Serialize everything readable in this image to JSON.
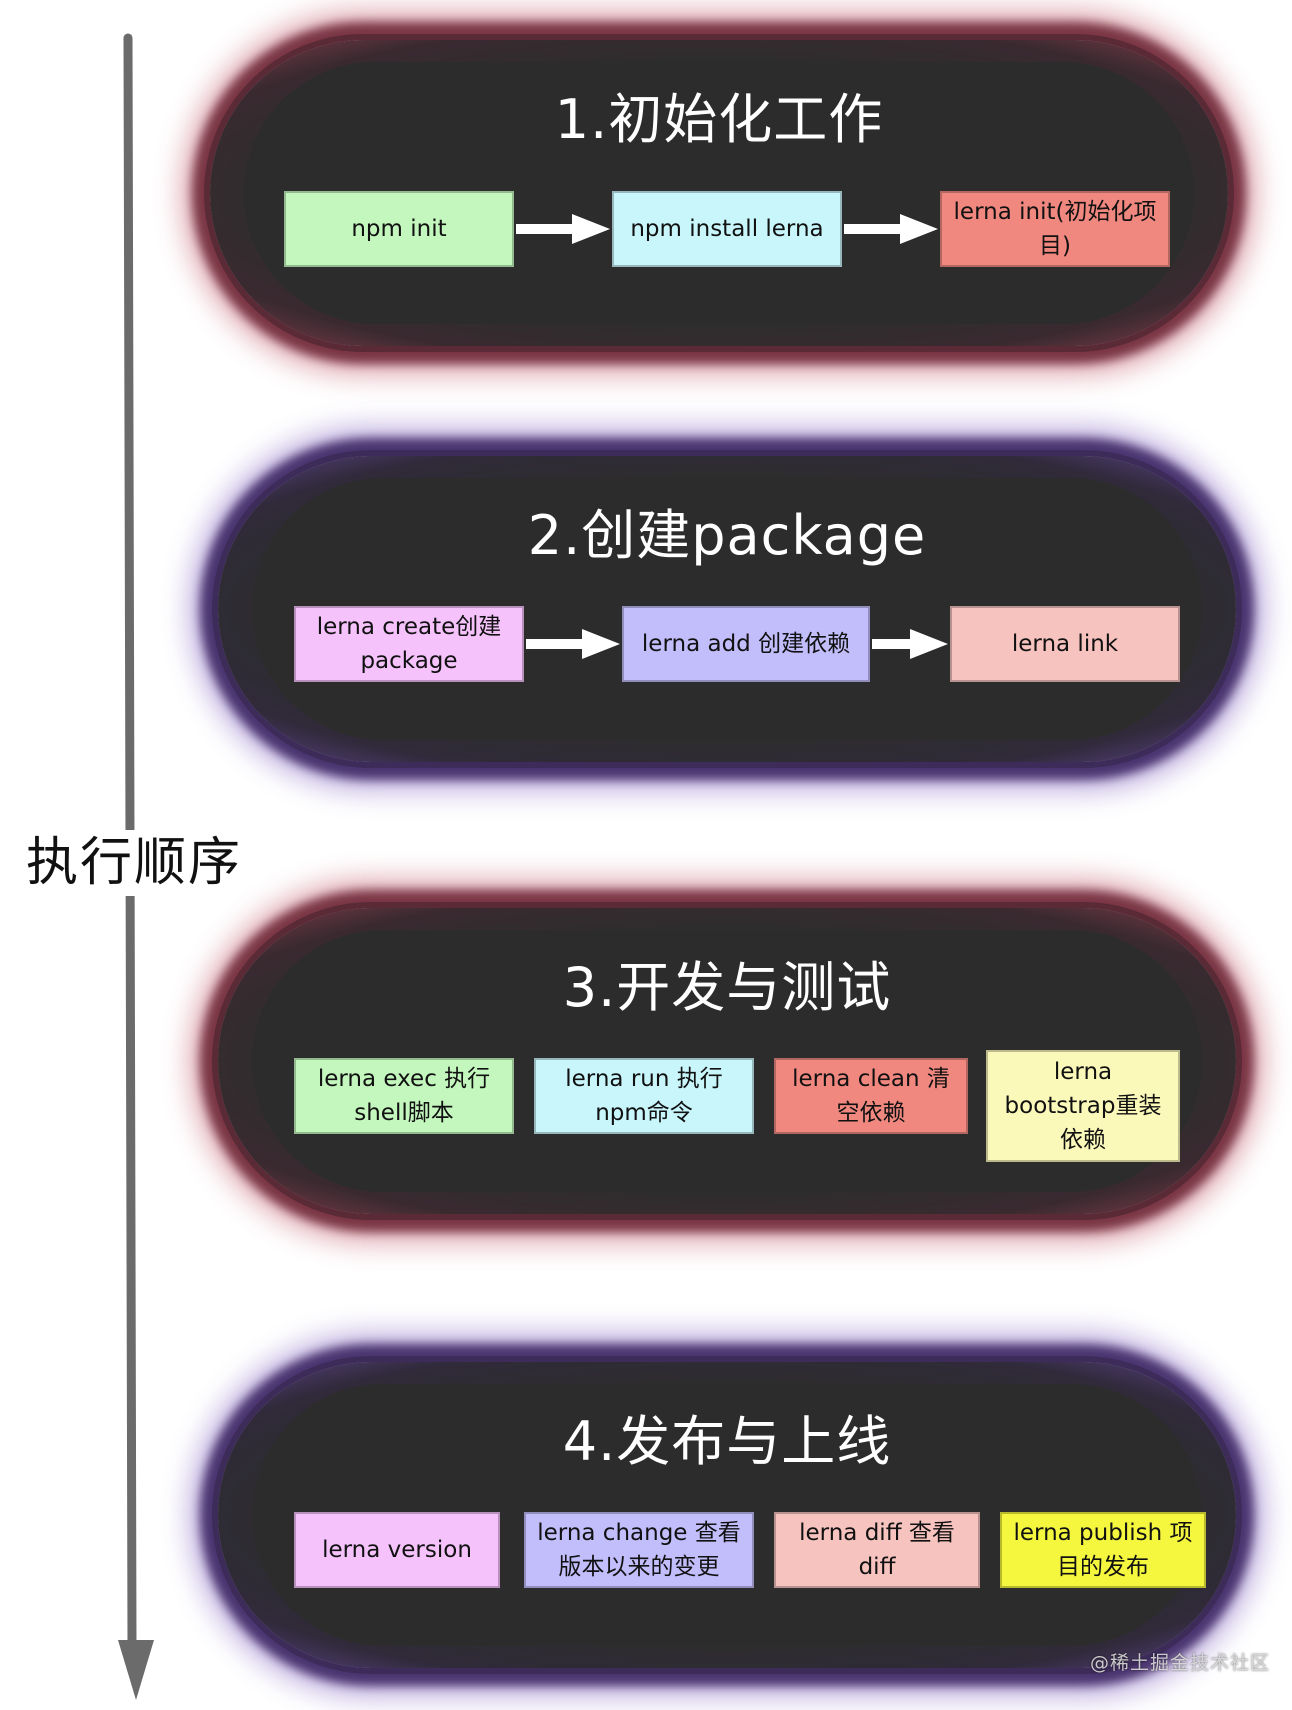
{
  "timeline": {
    "label": "执行顺序"
  },
  "stages": [
    {
      "title": "1.初始化工作",
      "steps": [
        "npm init",
        "npm install lerna",
        "lerna  init(初始化项目)"
      ]
    },
    {
      "title": "2.创建package",
      "steps": [
        "lerna create创建package",
        "lerna  add 创建依赖",
        "lerna link"
      ]
    },
    {
      "title": "3.开发与测试",
      "steps": [
        "lerna exec 执行shell脚本",
        "lerna run 执行npm命令",
        "lerna clean 清空依赖",
        "lerna bootstrap重装依赖"
      ]
    },
    {
      "title": "4.发布与上线",
      "steps": [
        "lerna version",
        "lerna change 查看版本以来的变更",
        "lerna  diff  查看diff",
        "lerna publish 项目的发布"
      ]
    }
  ],
  "colors": {
    "stage_bg": "#2c2c2c",
    "stage_glow_red": "#b25466",
    "stage_glow_purple": "#7a5ab0",
    "green": "#c4f7be",
    "cyan": "#c8f6fb",
    "salmon": "#f08880",
    "pink": "#f5c2fb",
    "lavender": "#c2bdfb",
    "light_pink": "#f6c3bf",
    "light_yellow": "#fbf9ba",
    "yellow": "#f5f73f"
  },
  "watermark": "@稀土掘金技术社区"
}
